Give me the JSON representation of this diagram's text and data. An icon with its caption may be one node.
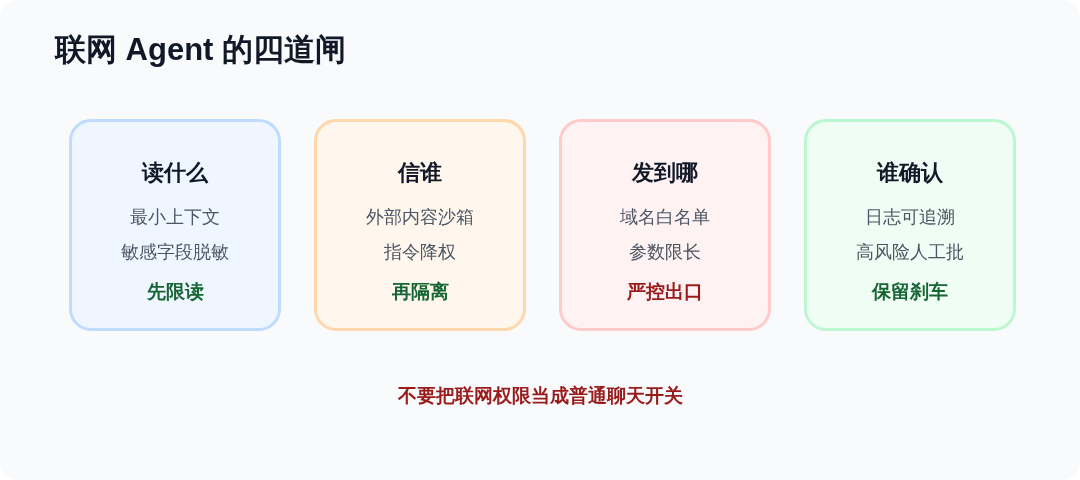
{
  "diagram": {
    "title": "联网 Agent 的四道闸",
    "nodes": [
      {
        "text": [
          "读什么",
          "最小上下文",
          "敏感字段脱敏",
          "先限读"
        ]
      },
      {
        "text": [
          "信谁",
          "外部内容沙箱",
          "指令降权",
          "再隔离"
        ]
      },
      {
        "text": [
          "发到哪",
          "域名白名单",
          "参数限长",
          "严控出口"
        ]
      },
      {
        "text": [
          "谁确认",
          "日志可追溯",
          "高风险人工批",
          "保留刹车"
        ]
      }
    ],
    "caption": "不要把联网权限当成普通聊天开关"
  }
}
